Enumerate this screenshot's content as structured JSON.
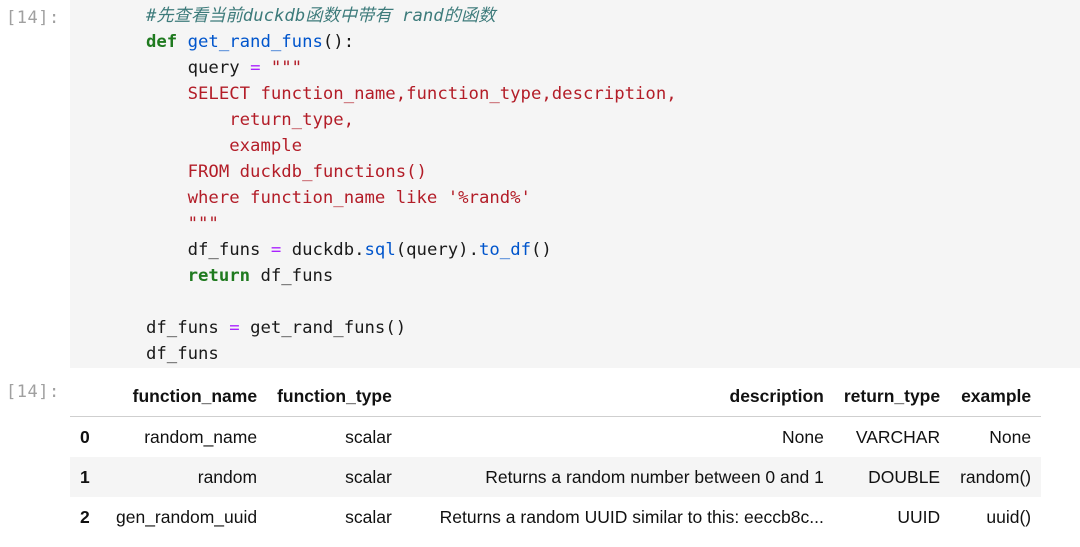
{
  "cell": {
    "input_prompt": "[14]:",
    "output_prompt": "[14]:",
    "code": {
      "comment": "#先查看当前duckdb函数中带有 rand的函数",
      "kw_def": "def",
      "func_name": "get_rand_funs",
      "def_tail": "():",
      "query_var": "query",
      "assign": "=",
      "triple_quote": "\"\"\"",
      "sql_line1": "SELECT function_name,function_type,description,",
      "sql_line2": "return_type,",
      "sql_line3": "example",
      "sql_line4": "FROM duckdb_functions()",
      "sql_line5": "where function_name like '%rand%'",
      "df_var": "df_funs",
      "duckdb_obj": "duckdb",
      "dot": ".",
      "sql_method": "sql",
      "sql_arg": "(query)",
      "to_df_method": "to_df",
      "call_parens": "()",
      "kw_return": "return",
      "return_val": "df_funs",
      "assign_call": "get_rand_funs()",
      "display_var": "df_funs"
    }
  },
  "table": {
    "columns": [
      "function_name",
      "function_type",
      "description",
      "return_type",
      "example"
    ],
    "rows": [
      {
        "index": "0",
        "function_name": "random_name",
        "function_type": "scalar",
        "description": "None",
        "return_type": "VARCHAR",
        "example": "None"
      },
      {
        "index": "1",
        "function_name": "random",
        "function_type": "scalar",
        "description": "Returns a random number between 0 and 1",
        "return_type": "DOUBLE",
        "example": "random()"
      },
      {
        "index": "2",
        "function_name": "gen_random_uuid",
        "function_type": "scalar",
        "description": "Returns a random UUID similar to this: eeccb8c...",
        "return_type": "UUID",
        "example": "uuid()"
      }
    ]
  }
}
